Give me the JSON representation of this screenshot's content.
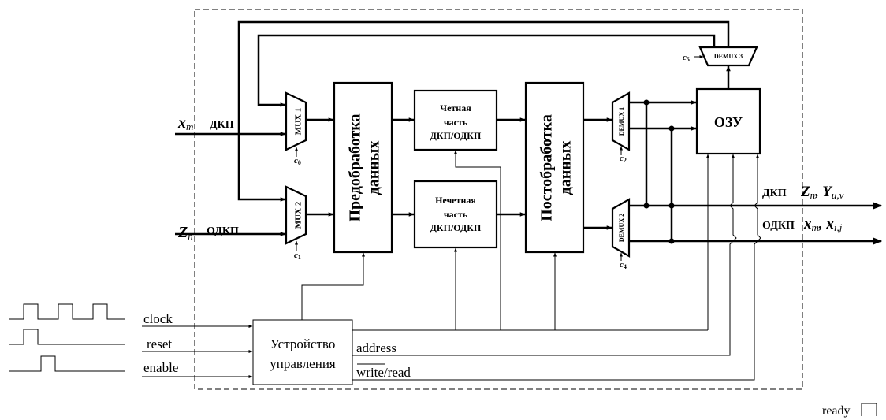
{
  "blocks": {
    "mux1": "MUX 1",
    "mux2": "MUX 2",
    "demux1": "DEMUX 1",
    "demux2": "DEMUX 2",
    "demux3": "DEMUX 3",
    "preprocessing": "Предобработка данных",
    "preprocessing_line1": "Предобработка",
    "preprocessing_line2": "данных",
    "even_line1": "Четная",
    "even_line2": "часть",
    "even_line3": "ДКП/ОДКП",
    "odd_line1": "Нечетная",
    "odd_line2": "часть",
    "odd_line3": "ДКП/ОДКП",
    "postprocessing_line1": "Постобработка",
    "postprocessing_line2": "данных",
    "ram": "ОЗУ",
    "control_line1": "Устройство",
    "control_line2": "управления"
  },
  "control_signals": {
    "c0": "c",
    "c0_sub": "0",
    "c1": "c",
    "c1_sub": "1",
    "c2": "c",
    "c2_sub": "2",
    "c4": "c",
    "c4_sub": "4",
    "c5": "c",
    "c5_sub": "5"
  },
  "inputs": {
    "x_var": "x",
    "x_sub": "m",
    "dct_label": "ДКП",
    "z_var": "Z",
    "z_sub": "n",
    "idct_label": "ОДКП",
    "clock": "clock",
    "reset": "reset",
    "enable": "enable"
  },
  "outputs": {
    "dct_label": "ДКП",
    "out1_var1": "Z",
    "out1_sub1": "n",
    "out1_var2": "Y",
    "out1_sub2": "u,v",
    "idct_label": "ОДКП",
    "out2_var1": "x",
    "out2_sub1": "m",
    "out2_var2": "x",
    "out2_sub2": "i,j",
    "address": "address",
    "write_read_write": "write",
    "write_read_read": "/read",
    "ready": "ready"
  }
}
